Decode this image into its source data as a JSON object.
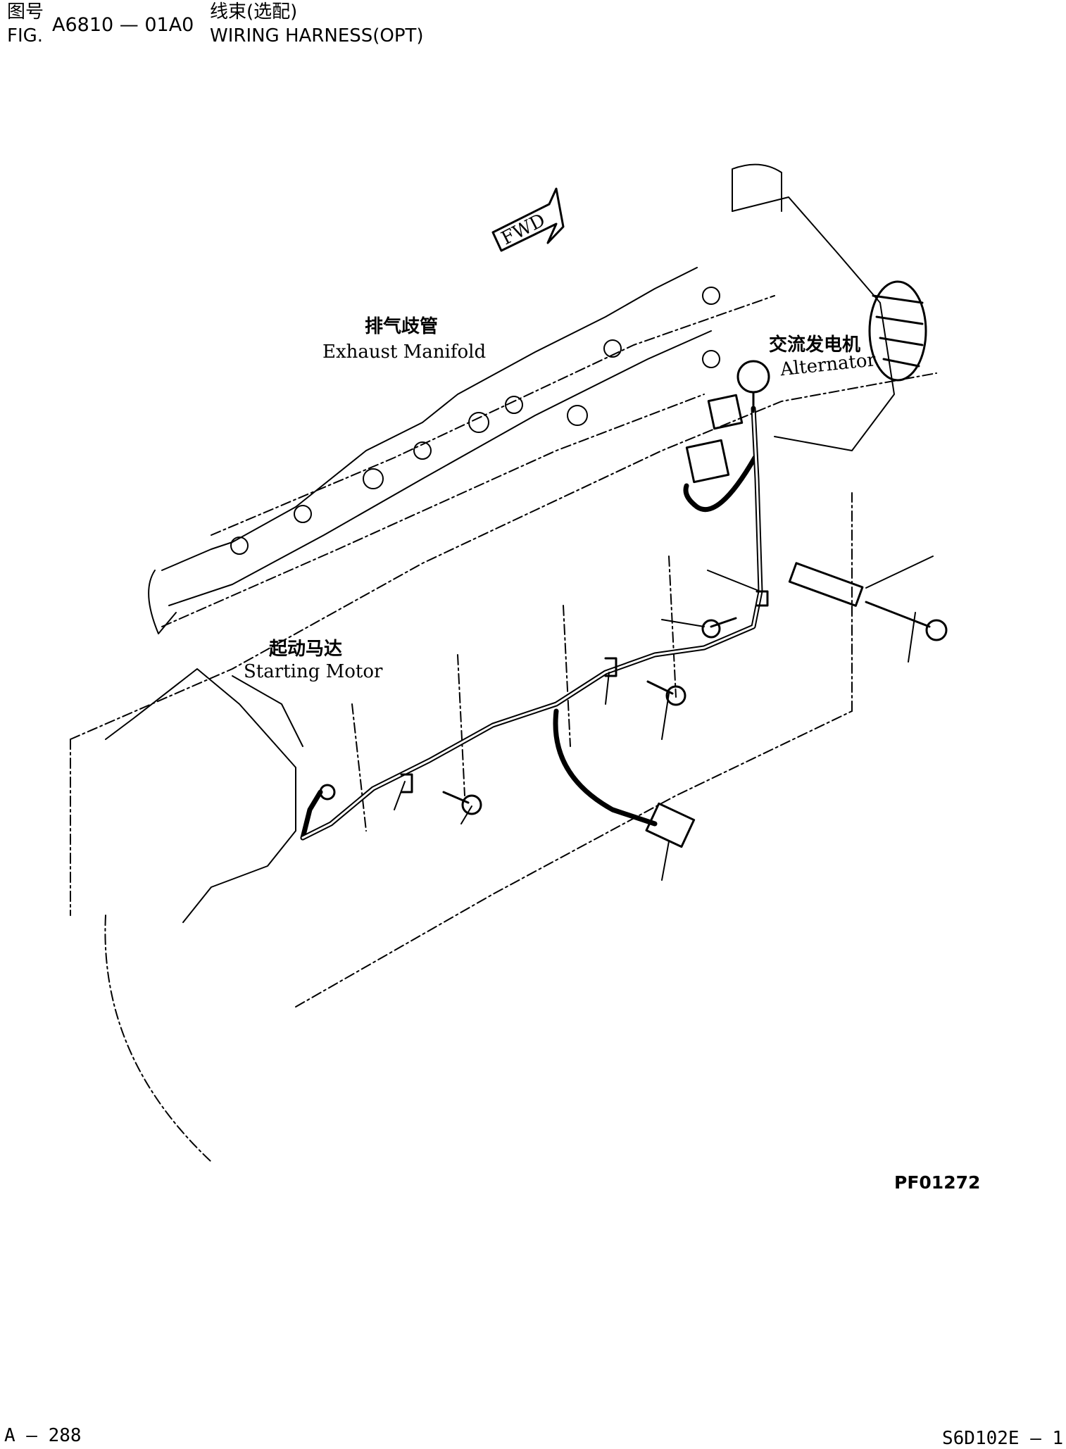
{
  "header": {
    "fig_label_cn": "图号",
    "fig_label_en": "FIG.",
    "fig_number": "A6810 — 01A0",
    "title_cn": "线束(选配)",
    "title_en": "WIRING HARNESS(OPT)"
  },
  "diagram": {
    "fwd_label": "FWD",
    "labels": {
      "exhaust_cn": "排气歧管",
      "exhaust_en": "Exhaust Manifold",
      "alternator_cn": "交流发电机",
      "alternator_en": "Alternator",
      "starting_cn": "起动马达",
      "starting_en": "Starting Motor"
    },
    "callout_line_count": 9
  },
  "footer": {
    "plate_code": "PF01272",
    "page_number": "A — 288",
    "model_code": "S6D102E — 1"
  },
  "colors": {
    "ink": "#000000",
    "paper": "#ffffff"
  }
}
